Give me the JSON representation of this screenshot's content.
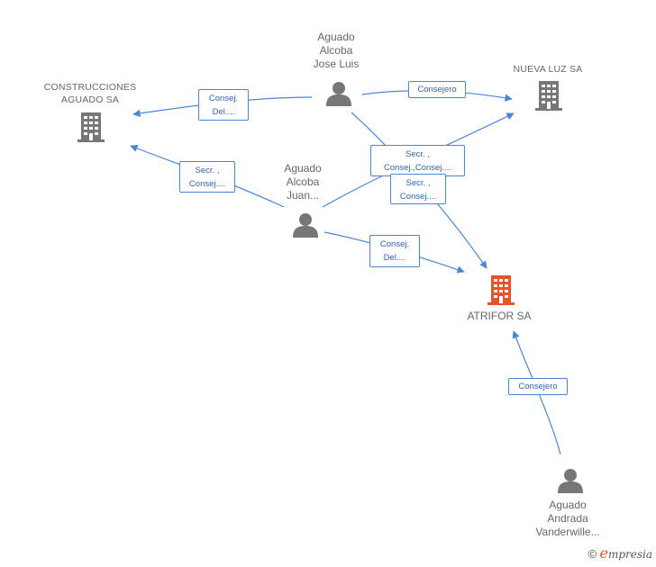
{
  "colors": {
    "edge": "#4a86d6",
    "company": "#777777",
    "highlight": "#e8532a",
    "person": "#777777"
  },
  "companies": {
    "construcciones": {
      "line1": "CONSTRUCCIONES",
      "line2": "AGUADO SA"
    },
    "nueva_luz": {
      "line1": "NUEVA LUZ SA"
    },
    "atrifor": {
      "line1": "ATRIFOR SA"
    }
  },
  "persons": {
    "jose_luis": {
      "line1": "Aguado",
      "line2": "Alcoba",
      "line3": "Jose Luis"
    },
    "juan": {
      "line1": "Aguado",
      "line2": "Alcoba",
      "line3": "Juan..."
    },
    "andrada": {
      "line1": "Aguado",
      "line2": "Andrada",
      "line3": "Vanderwille..."
    }
  },
  "edges": {
    "jl_construcciones": {
      "line1": "Consej.",
      "line2": "Del...."
    },
    "jl_nuevaluz": {
      "line1": "Consejero"
    },
    "juan_nuevaluz": {
      "line1": "Secr. ,",
      "line2": "Consej.,Consej...."
    },
    "jl_atrifor": {
      "line1": "Secr. ,",
      "line2": "Consej...."
    },
    "juan_construcciones": {
      "line1": "Secr. ,",
      "line2": "Consej...."
    },
    "juan_atrifor": {
      "line1": "Consej.",
      "line2": "Del...."
    },
    "andrada_atrifor": {
      "line1": "Consejero"
    }
  },
  "watermark": {
    "symbol": "©",
    "brand_initial": "e",
    "brand_rest": "mpresia"
  }
}
